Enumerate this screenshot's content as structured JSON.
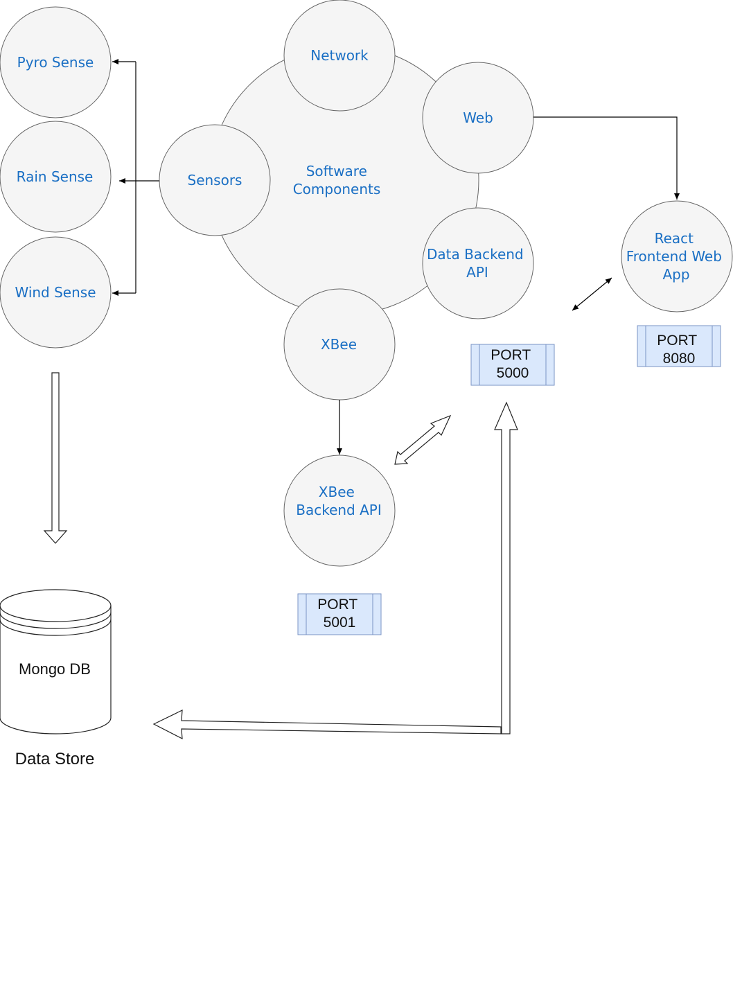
{
  "nodes": {
    "software_components": [
      "Software",
      "Components"
    ],
    "network": [
      "Network"
    ],
    "web": [
      "Web"
    ],
    "sensors": [
      "Sensors"
    ],
    "data_backend_api": [
      "Data Backend",
      "API"
    ],
    "xbee": [
      "XBee"
    ],
    "xbee_backend_api": [
      "XBee",
      "Backend API"
    ],
    "react_frontend": [
      "React",
      "Frontend Web",
      "App"
    ],
    "pyro_sense": [
      "Pyro Sense"
    ],
    "rain_sense": [
      "Rain Sense"
    ],
    "wind_sense": [
      "Wind Sense"
    ]
  },
  "ports": {
    "port_5000": [
      "PORT",
      "5000"
    ],
    "port_5001": [
      "PORT",
      "5001"
    ],
    "port_8080": [
      "PORT",
      "8080"
    ]
  },
  "database": {
    "label": "Mongo DB",
    "caption": "Data Store"
  },
  "colors": {
    "node_text": "#1a6fc4",
    "node_fill": "#f5f5f5",
    "port_fill": "#dae8fc"
  }
}
